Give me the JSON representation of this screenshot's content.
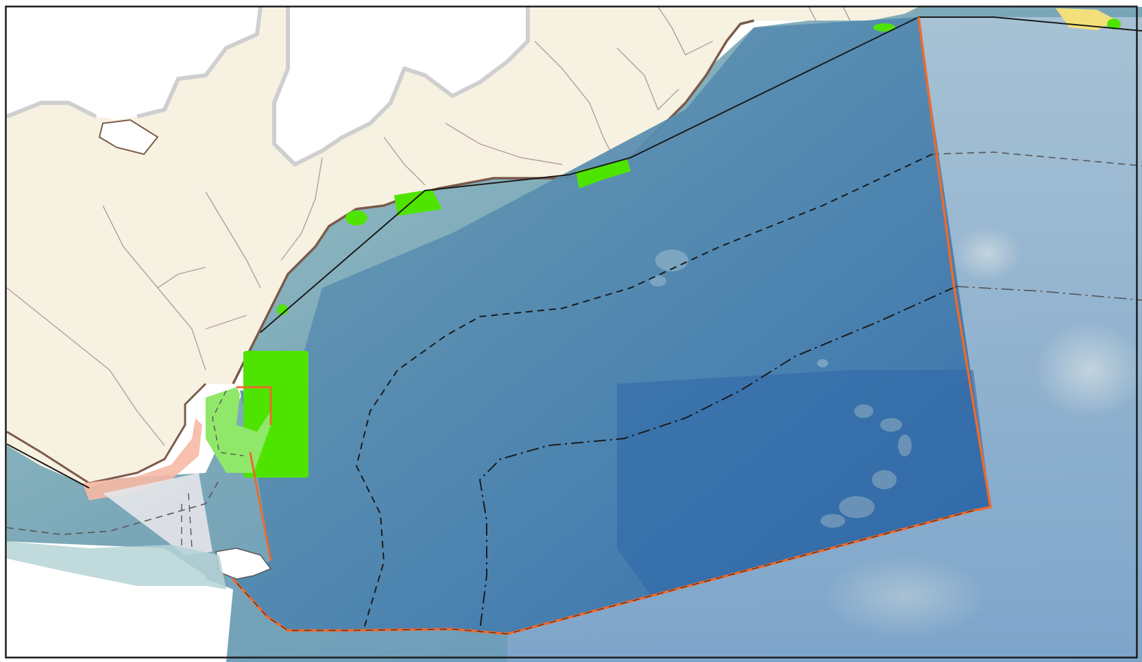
{
  "map": {
    "colors": {
      "land": "#f6f1e1",
      "land_edge": "#cfcfcf",
      "coast": "#7b5a4a",
      "province_border": "#b79aa6",
      "sea_shallow": "#9fc3c8",
      "sea_mid": "#6f9fb6",
      "sea_deep": "#3d7fb8",
      "sea_outer": "#8fb1cf",
      "study_area_fill": "#2f6fae",
      "study_area_border": "#ee6a2c",
      "protected_area": "#4fe400",
      "protected_area_light": "#8fe86a",
      "coastal_zone": "#f7b9a5",
      "excluded_zone": "#e6e6ea",
      "dashed_line": "#1a1a1a",
      "highlight_yellow": "#f3e07a",
      "frame": "#1a1a1a"
    },
    "layers": [
      "land",
      "province-borders",
      "bathymetry",
      "study-area",
      "protected-areas",
      "isobath-lines",
      "boundary-line"
    ]
  }
}
